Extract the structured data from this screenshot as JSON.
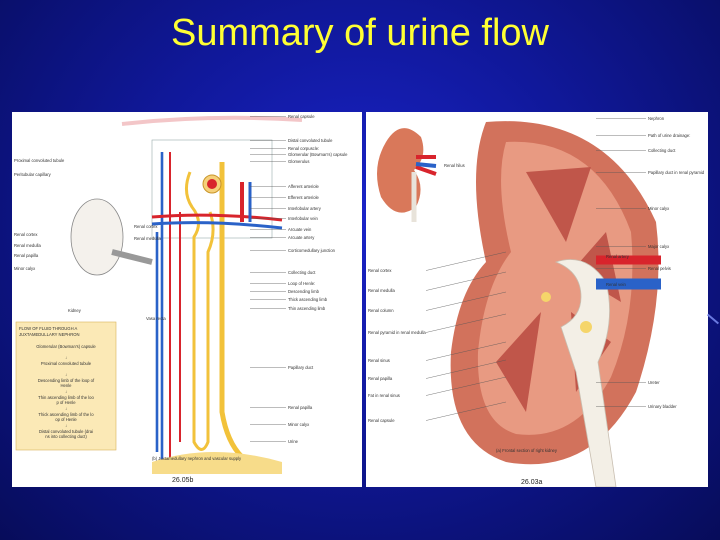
{
  "slide": {
    "title": "Summary of urine flow"
  },
  "left_figure": {
    "labels_right": [
      "Renal capsule",
      "Distal convoluted tubule",
      "Renal corpuscle:",
      "Glomerular (Bowman's) capsule",
      "Glomerulus",
      "Afferent arteriole",
      "Efferent arteriole",
      "Interlobular artery",
      "Interlobular vein",
      "Arcuate vein",
      "Arcuate artery",
      "Corticomedullary junction",
      "Collecting duct",
      "Loop of Henle:",
      "Descending limb",
      "Thick ascending limb",
      "Thin ascending limb",
      "Papillary duct",
      "Renal papilla",
      "Minor calyx",
      "Urine"
    ],
    "labels_left": [
      "Proximal convoluted tubule",
      "Peritubular capillary",
      "Renal cortex",
      "Renal medulla",
      "Renal papilla",
      "Minor calyx",
      "Kidney"
    ],
    "inner_labels": [
      "Renal cortex",
      "Renal medulla",
      "Vasa recta"
    ],
    "flow_box": {
      "heading": "FLOW OF FLUID THROUGH A JUXTAMEDULLARY NEPHRON",
      "steps": [
        "Glomerular (Bowman's) capsule",
        "Proximal convoluted tubule",
        "Descending limb of the loop of Henle",
        "Thin ascending limb of the loop of Henle",
        "Thick ascending limb of the loop of Henle",
        "Distal convoluted tubule (drains into collecting duct)"
      ]
    },
    "caption": "(b) Juxtamedullary nephron and vascular supply",
    "fig_number": "26.05b"
  },
  "right_figure": {
    "labels_right": [
      "Nephron",
      "Path of urine drainage:",
      "Collecting duct",
      "Papillary duct in renal pyramid",
      "Minor calyx",
      "Major calyx",
      "Renal pelvis",
      "Ureter",
      "Urinary bladder"
    ],
    "labels_left": [
      "Renal cortex",
      "Renal medulla",
      "Renal column",
      "Renal pyramid in renal medulla",
      "Renal sinus",
      "Renal papilla",
      "Fat in renal sinus",
      "Renal capsule"
    ],
    "inner_labels": [
      "Renal artery",
      "Renal vein",
      "Renal hilus"
    ],
    "caption": "(a) Frontal section of right kidney",
    "fig_number": "26.03a"
  },
  "colors": {
    "background": "#10189a",
    "title": "#ffff33",
    "artery": "#d8242c",
    "vein": "#2a62c8",
    "tubule": "#f2c23a",
    "kidney": "#d9785a"
  }
}
